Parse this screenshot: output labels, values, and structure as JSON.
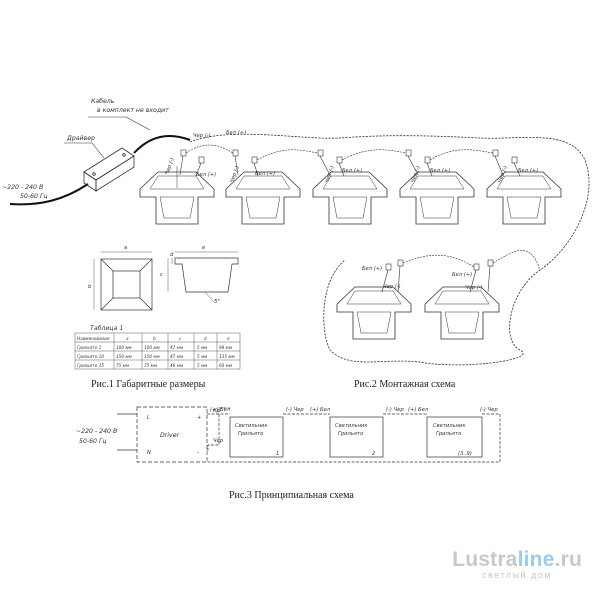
{
  "fig1": {
    "caption": "Рис.1 Габаритные размеры",
    "dim_a": "a",
    "dim_b": "b",
    "dim_c": "c",
    "dim_d": "d",
    "dim_e": "e",
    "angle": "5°",
    "table": {
      "title": "Таблица 1",
      "headers": [
        "Наименование",
        "a",
        "b",
        "c",
        "d",
        "e"
      ],
      "rows": [
        [
          "Грильято 1",
          "100 мм",
          "100 мм",
          "47 мм",
          "5 мм",
          "98 мм"
        ],
        [
          "Грильято 10",
          "150 мм",
          "150 мм",
          "47 мм",
          "5 мм",
          "135 мм"
        ],
        [
          "Грильято 15",
          "75 мм",
          "75 мм",
          "46 мм",
          "5 мм",
          "60 мм"
        ]
      ]
    }
  },
  "fig2": {
    "caption": "Рис.2 Монтажная схема",
    "cable_label": "Кабель",
    "cable_note": "в комплект не входит",
    "driver_label": "Драйвер",
    "voltage": "~220 - 240 В",
    "freq": "50-60 Гц",
    "wire_black": "Чер (-)",
    "wire_white": "Бел (+)"
  },
  "fig3": {
    "caption": "Рис.3 Принципиальная схема",
    "voltage": "~220 - 240 В",
    "freq": "50-60 Гц",
    "driver_label": "Driver",
    "pin_l": "L",
    "pin_n": "N",
    "pin_plus": "+",
    "pin_minus": "-",
    "out_red": "Кр",
    "out_black": "Чер",
    "wire_white_plus": "(+) Бел",
    "wire_black_minus": "(-) Чер",
    "lamp_name_1": "Светильник",
    "lamp_name_2": "Грильято",
    "lamp_nums": [
      "1",
      "2",
      "(3..9)"
    ]
  },
  "watermark": {
    "main_a": "Lustra",
    "main_b": "line",
    "main_c": ".ru",
    "sub": "светлый дом",
    "colors": {
      "gray": "#c3c9cc",
      "blue": "#9fc9e9"
    }
  }
}
